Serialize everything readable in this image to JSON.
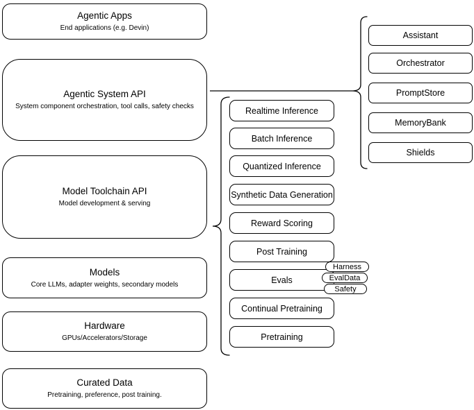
{
  "diagram": {
    "layers": [
      {
        "title": "Agentic Apps",
        "subtitle": "End applications (e.g. Devin)"
      },
      {
        "title": "Agentic System API",
        "subtitle": "System component orchestration, tool calls, safety checks"
      },
      {
        "title": "Model Toolchain API",
        "subtitle": "Model development & serving"
      },
      {
        "title": "Models",
        "subtitle": "Core LLMs, adapter weights, secondary models"
      },
      {
        "title": "Hardware",
        "subtitle": "GPUs/Accelerators/Storage"
      },
      {
        "title": "Curated Data",
        "subtitle": "Pretraining, preference, post training."
      }
    ],
    "toolchain_components": [
      "Realtime Inference",
      "Batch Inference",
      "Quantized Inference",
      "Synthetic Data Generation",
      "Reward Scoring",
      "Post Training",
      "Evals",
      "Continual Pretraining",
      "Pretraining"
    ],
    "eval_tags": [
      "Harness",
      "EvalData",
      "Safety"
    ],
    "system_components": [
      "Assistant",
      "Orchestrator",
      "PromptStore",
      "MemoryBank",
      "Shields"
    ],
    "colors": {
      "border": "#000000",
      "background": "#ffffff",
      "text": "#000000"
    }
  }
}
